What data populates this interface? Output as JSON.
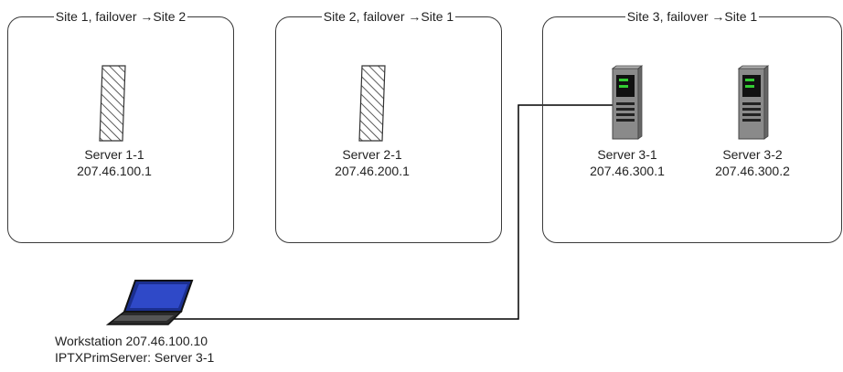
{
  "sites": [
    {
      "label": "Site 1, failover →Site 2",
      "servers": [
        {
          "name": "Server 1-1",
          "ip": "207.46.100.1"
        }
      ]
    },
    {
      "label": "Site 2, failover →Site 1",
      "servers": [
        {
          "name": "Server 2-1",
          "ip": "207.46.200.1"
        }
      ]
    },
    {
      "label": "Site 3, failover →Site 1",
      "servers": [
        {
          "name": "Server 3-1",
          "ip": "207.46.300.1"
        },
        {
          "name": "Server 3-2",
          "ip": "207.46.300.2"
        }
      ]
    }
  ],
  "workstation": {
    "line1": "Workstation 207.46.100.10",
    "line2": "IPTXPrimServer: Server 3-1"
  },
  "icons": {
    "inactive_server": "hatched-server-icon",
    "active_server": "server-tower-icon",
    "workstation": "laptop-icon"
  },
  "colors": {
    "border": "#3a3a3a",
    "laptop_screen": "#1b2f8f",
    "server_body": "#8a8a8a"
  }
}
